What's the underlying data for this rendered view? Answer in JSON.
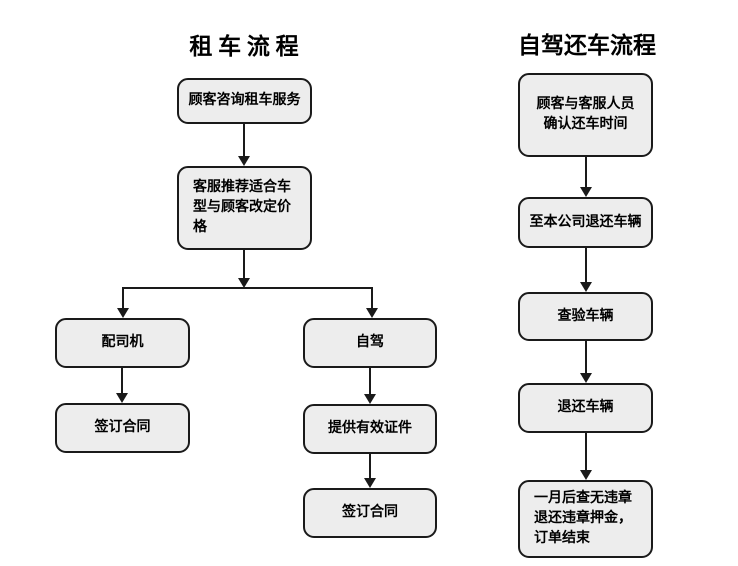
{
  "colors": {
    "background": "#ffffff",
    "box_fill": "#ededed",
    "box_border": "#1a1a1a",
    "arrow": "#1a1a1a",
    "text": "#000000"
  },
  "rental_flow": {
    "title": "租 车 流 程",
    "steps": {
      "inquiry": "顾客咨询租车服务",
      "recommend": "客服推荐适合车型与顾客改定价格",
      "with_driver": "配司机",
      "sign_contract_driver": "签订合同",
      "self_drive": "自驾",
      "valid_documents": "提供有效证件",
      "sign_contract_self": "签订合同"
    }
  },
  "return_flow": {
    "title": "自驾还车流程",
    "steps": {
      "confirm_time": "顾客与客服人员确认还车时间",
      "return_to_company": "至本公司退还车辆",
      "inspect_vehicle": "查验车辆",
      "return_vehicle": "退还车辆",
      "deposit_refund_order_end": "一月后查无违章退还违章押金，订单结束"
    }
  }
}
